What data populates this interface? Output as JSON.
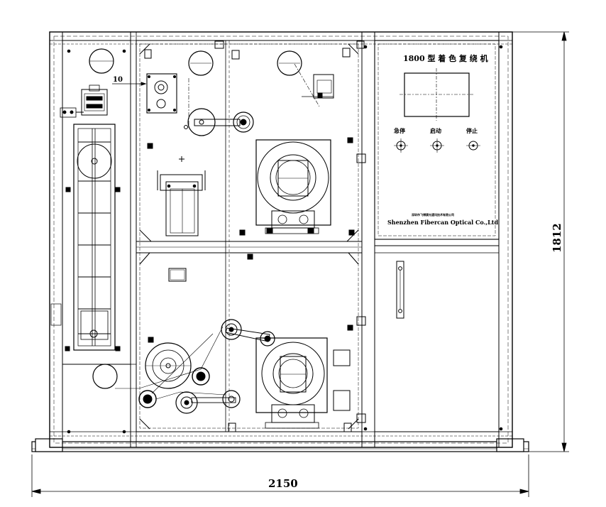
{
  "drawing": {
    "dimension_width": "2150",
    "dimension_height": "1812",
    "callout_label": "10"
  },
  "control_panel": {
    "title": "1800 型 着 色 复 绕 机",
    "buttons": [
      {
        "label": "急停"
      },
      {
        "label": "启动"
      },
      {
        "label": "停止"
      }
    ],
    "company_cn": "深圳市飞博康光通讯技术有限公司",
    "company_en": "Shenzhen Fibercan Optical  Co.,Ltd"
  }
}
